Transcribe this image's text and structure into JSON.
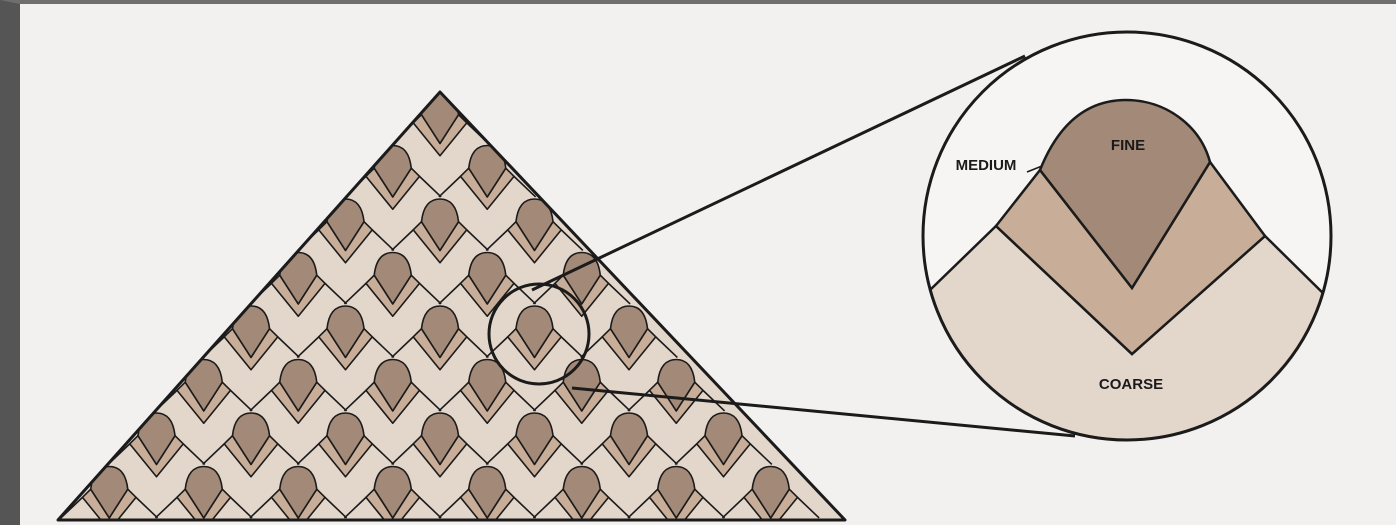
{
  "labels": {
    "fine": "FINE",
    "medium": "MEDIUM",
    "coarse": "COARSE"
  },
  "colors": {
    "fine": "#a38977",
    "medium": "#c8ae98",
    "coarse": "#e3d6cb",
    "outline": "#1b1b1b",
    "background": "#f2f1ef",
    "frame": "#555555"
  },
  "pattern": {
    "rows": 8,
    "unit_count_per_row": [
      1,
      2,
      3,
      4,
      5,
      6,
      7,
      8
    ]
  }
}
